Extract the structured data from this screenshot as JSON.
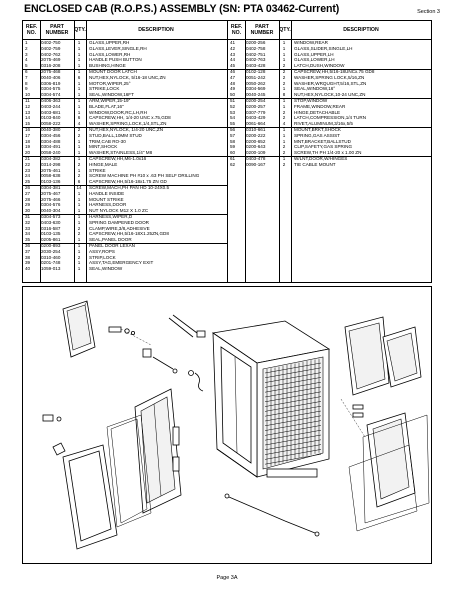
{
  "header": {
    "title": "ENCLOSED CAB (R.O.P.S.) ASSEMBLY (SN: PTA 03462-Current)",
    "section": "Section 3"
  },
  "table": {
    "columns": {
      "ref": "REF. NO.",
      "part": "PART NUMBER",
      "qty": "QTY.",
      "desc": "DESCRIPTION"
    },
    "left_rows": [
      {
        "ref": "1",
        "part": "0402-750",
        "qty": "1",
        "desc": "GLASS,UPPER,RH",
        "sep": false
      },
      {
        "ref": "2",
        "part": "0402-759",
        "qty": "1",
        "desc": "GLASS,LEVER,SINGLE,RH",
        "sep": false
      },
      {
        "ref": "3",
        "part": "0402-762",
        "qty": "1",
        "desc": "GLASS,LOWER,RH",
        "sep": false
      },
      {
        "ref": "4",
        "part": "2075-469",
        "qty": "1",
        "desc": "HANDLE PUSH BUTTON",
        "sep": false
      },
      {
        "ref": "5",
        "part": "0316-208",
        "qty": "1",
        "desc": "BUSHING,HINGE",
        "sep": true
      },
      {
        "ref": "6",
        "part": "2075-468",
        "qty": "1",
        "desc": "MOUNT DOOR LATCH",
        "sep": false
      },
      {
        "ref": "7",
        "part": "0040-406",
        "qty": "6",
        "desc": "NUT,HEX,NYLOCK, 5/16-18 UNC,ZN",
        "sep": false
      },
      {
        "ref": "8",
        "part": "0306-819",
        "qty": "1",
        "desc": "MOTOR,WIPER,25°",
        "sep": false
      },
      {
        "ref": "9",
        "part": "0304-575",
        "qty": "1",
        "desc": "STRIKE,LOCK",
        "sep": false
      },
      {
        "ref": "10",
        "part": "0304-574",
        "qty": "1",
        "desc": "SEAL,WINDOW,16FT",
        "sep": true
      },
      {
        "ref": "11",
        "part": "0406-363",
        "qty": "1",
        "desc": "ARM,WIPER,15-19\"",
        "sep": false
      },
      {
        "ref": "12",
        "part": "0403-244",
        "qty": "1",
        "desc": "BLADE,FLAT,16\"",
        "sep": false
      },
      {
        "ref": "13",
        "part": "0403-681",
        "qty": "1",
        "desc": "WINDOW,DOOR,RC,LH,RH",
        "sep": false
      },
      {
        "ref": "14",
        "part": "0103-840",
        "qty": "6",
        "desc": "CAPSCREW,HH, 1/4-20 UNC x.75,GD8",
        "sep": false
      },
      {
        "ref": "15",
        "part": "0058-222",
        "qty": "4",
        "desc": "WASHER,SPRING,LOCK,1/4,STL,ZN",
        "sep": true
      },
      {
        "ref": "16",
        "part": "0040-380",
        "qty": "2",
        "desc": "NUT,HEX,NYLOCK, 1/4-20 UNC,ZN",
        "sep": false
      },
      {
        "ref": "17",
        "part": "0304-456",
        "qty": "2",
        "desc": "STUD,BALL,10MM STUD",
        "sep": false
      },
      {
        "ref": "18",
        "part": "0304-488",
        "qty": "1",
        "desc": "TRIM,CAB RO-30",
        "sep": false
      },
      {
        "ref": "19",
        "part": "0304-491",
        "qty": "1",
        "desc": "MINT,SHOCK",
        "sep": false
      },
      {
        "ref": "20",
        "part": "0058-240",
        "qty": "1",
        "desc": "WASHER,STAINLESS,1/4\" M8",
        "sep": true
      },
      {
        "ref": "21",
        "part": "0304-382",
        "qty": "1",
        "desc": "CAPSCREW,HH,M6-1.0x16",
        "sep": false
      },
      {
        "ref": "22",
        "part": "0314-298",
        "qty": "2",
        "desc": "HINGE,MALE",
        "sep": false
      },
      {
        "ref": "23",
        "part": "2075-461",
        "qty": "1",
        "desc": "STRIKE",
        "sep": false
      },
      {
        "ref": "24",
        "part": "0058-638",
        "qty": "2",
        "desc": "SCREW MACHINE PH #10 x .63 PH SELF DRILLING",
        "sep": false
      },
      {
        "ref": "25",
        "part": "0103-136",
        "qty": "6",
        "desc": "CAPSCREW,HH,5/16-18x1.75 ZN GD",
        "sep": true
      },
      {
        "ref": "26",
        "part": "0304-381",
        "qty": "14",
        "desc": "SCREW,MACH,PH PAN HD 10-24X0.5",
        "sep": false
      },
      {
        "ref": "27",
        "part": "2075-467",
        "qty": "1",
        "desc": "HANDLE INSIDE",
        "sep": false
      },
      {
        "ref": "28",
        "part": "2075-466",
        "qty": "1",
        "desc": "MOUNT STRIKE",
        "sep": false
      },
      {
        "ref": "29",
        "part": "0304-576",
        "qty": "1",
        "desc": "HARNESS,DOOR",
        "sep": false
      },
      {
        "ref": "30",
        "part": "0040-304",
        "qty": "1",
        "desc": "NUT NYLOCK M12 X 1.0 ZC",
        "sep": true
      },
      {
        "ref": "31",
        "part": "0304-573",
        "qty": "1",
        "desc": "HARNESS,WIPER,D",
        "sep": false
      },
      {
        "ref": "32",
        "part": "0403-630",
        "qty": "1",
        "desc": "SPRING DAMPENED DOOR",
        "sep": false
      },
      {
        "ref": "33",
        "part": "0316-587",
        "qty": "2",
        "desc": "CLAMP,WIRE,3/8,ADHESIVE",
        "sep": false
      },
      {
        "ref": "34",
        "part": "0103-135",
        "qty": "2",
        "desc": "CAPSCREW,HH,5/16-18X1.25ZN,GD8",
        "sep": false
      },
      {
        "ref": "35",
        "part": "0205-861",
        "qty": "1",
        "desc": "SEAL,PANEL DOOR",
        "sep": true
      },
      {
        "ref": "36",
        "part": "0200-893",
        "qty": "1",
        "desc": "PANEL DOOR LEXAN",
        "sep": false
      },
      {
        "ref": "37",
        "part": "2030-254",
        "qty": "1",
        "desc": "ASSY,ROPS",
        "sep": false
      },
      {
        "ref": "38",
        "part": "0310-460",
        "qty": "2",
        "desc": "STRIP,LOCK",
        "sep": false
      },
      {
        "ref": "39",
        "part": "0201-748",
        "qty": "1",
        "desc": "ASSY,TAG,EMERGENCY EXIT",
        "sep": false
      },
      {
        "ref": "40",
        "part": "1059-013",
        "qty": "1",
        "desc": "SEAL,WINDOW",
        "sep": false
      }
    ],
    "right_rows": [
      {
        "ref": "41",
        "part": "0200-256",
        "qty": "1",
        "desc": "WINDOW,REAR",
        "sep": false
      },
      {
        "ref": "42",
        "part": "0402-758",
        "qty": "1",
        "desc": "GLASS,SLIDER,SINGLE,LH",
        "sep": false
      },
      {
        "ref": "43",
        "part": "0402-751",
        "qty": "1",
        "desc": "GLASS,UPPER,LH",
        "sep": false
      },
      {
        "ref": "44",
        "part": "0402-763",
        "qty": "1",
        "desc": "GLASS,LOWER,LH",
        "sep": false
      },
      {
        "ref": "45",
        "part": "0403-428",
        "qty": "2",
        "desc": "LATCH,DUSH,WINDOW",
        "sep": true
      },
      {
        "ref": "46",
        "part": "0102-128",
        "qty": "2",
        "desc": "CAPSCREW,HH,5/16-18UNCx.75 GD8",
        "sep": false
      },
      {
        "ref": "47",
        "part": "0051-242",
        "qty": "2",
        "desc": "WASHER,SPRING LOCK,5/16,ZN",
        "sep": false
      },
      {
        "ref": "48",
        "part": "0050-262",
        "qty": "2",
        "desc": "WASHER,WRQUGHT,5/16,STL,ZN",
        "sep": false
      },
      {
        "ref": "49",
        "part": "0304-569",
        "qty": "1",
        "desc": "SEAL,WINDOW,16°",
        "sep": false
      },
      {
        "ref": "50",
        "part": "0040-245",
        "qty": "8",
        "desc": "NUT,HEX,NYLOCK,10-24 UNC,ZN",
        "sep": true
      },
      {
        "ref": "51",
        "part": "0200-254",
        "qty": "1",
        "desc": "STOP,WINDOW",
        "sep": false
      },
      {
        "ref": "52",
        "part": "0200-257",
        "qty": "1",
        "desc": "FRAME,WINDOW,REAR",
        "sep": false
      },
      {
        "ref": "53",
        "part": "0307-779",
        "qty": "2",
        "desc": "HINGE,DETACHABLE",
        "sep": false
      },
      {
        "ref": "54",
        "part": "0403-429",
        "qty": "2",
        "desc": "LATCH,COMPRESSION,1/4 TURN",
        "sep": false
      },
      {
        "ref": "55",
        "part": "0061-664",
        "qty": "4",
        "desc": "RIVET,ALUMINUM,3/16x,5/5",
        "sep": true
      },
      {
        "ref": "56",
        "part": "0310-661",
        "qty": "1",
        "desc": "MOUNT,BRKT,SHOCK",
        "sep": false
      },
      {
        "ref": "57",
        "part": "0200-222",
        "qty": "1",
        "desc": "SPRING,GAS ASSIST",
        "sep": false
      },
      {
        "ref": "58",
        "part": "0200-652",
        "qty": "1",
        "desc": "MNT,BRACKET,BALLSTUD",
        "sep": false
      },
      {
        "ref": "59",
        "part": "0200-643",
        "qty": "2",
        "desc": "CLIP,SAFETY,GAS SPRING",
        "sep": false
      },
      {
        "ref": "60",
        "part": "0200-109",
        "qty": "2",
        "desc": "SCREW,TH PH 1/4-20 x 1.00 ZN",
        "sep": true
      },
      {
        "ref": "61",
        "part": "0403-478",
        "qty": "1",
        "desc": "W/LNT,DOOR,W/HINGES",
        "sep": false
      },
      {
        "ref": "62",
        "part": "0090-167",
        "qty": "2",
        "desc": "TIE CABLE MOUNT",
        "sep": false
      }
    ]
  },
  "footer": {
    "page_label": "Page 3A"
  }
}
